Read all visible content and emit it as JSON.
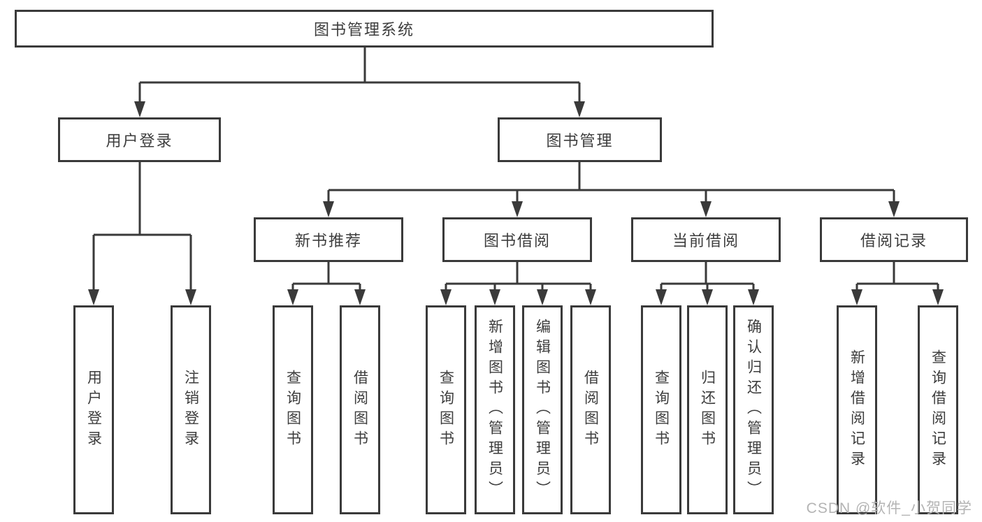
{
  "root": {
    "label": "图书管理系统"
  },
  "tree": [
    {
      "label": "用户登录",
      "children": [
        {
          "label": "用户登录"
        },
        {
          "label": "注销登录"
        }
      ]
    },
    {
      "label": "图书管理",
      "children": [
        {
          "label": "新书推荐",
          "children": [
            {
              "label": "查询图书"
            },
            {
              "label": "借阅图书"
            }
          ]
        },
        {
          "label": "图书借阅",
          "children": [
            {
              "label": "查询图书"
            },
            {
              "label": "新增图书（管理员）"
            },
            {
              "label": "编辑图书（管理员）"
            },
            {
              "label": "借阅图书"
            }
          ]
        },
        {
          "label": "当前借阅",
          "children": [
            {
              "label": "查询图书"
            },
            {
              "label": "归还图书"
            },
            {
              "label": "确认归还（管理员）"
            }
          ]
        },
        {
          "label": "借阅记录",
          "children": [
            {
              "label": "新增借阅记录"
            },
            {
              "label": "查询借阅记录"
            }
          ]
        }
      ]
    }
  ],
  "watermark": "CSDN @软件_小贺同学",
  "colors": {
    "line": "#3a3a3a",
    "text": "#3d3d3d",
    "background": "#ffffff",
    "watermark": "#b4b4b4"
  }
}
